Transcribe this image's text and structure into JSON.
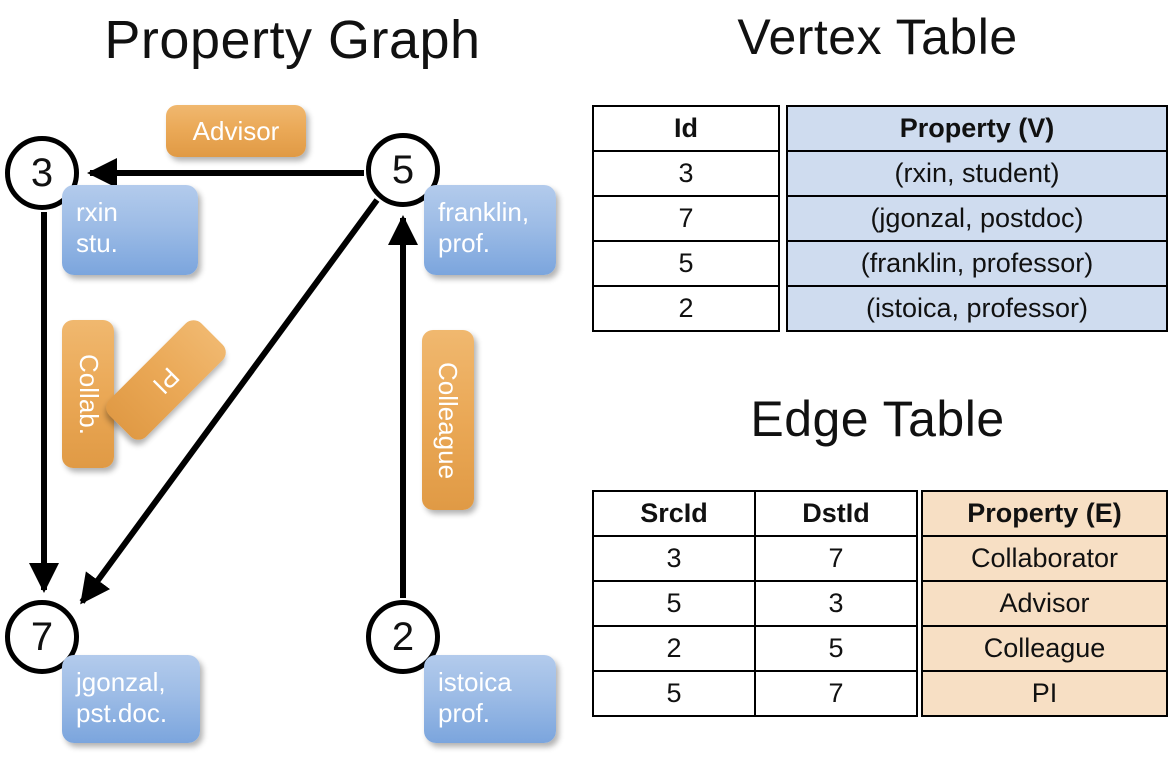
{
  "titles": {
    "property_graph": "Property Graph",
    "vertex_table": "Vertex Table",
    "edge_table": "Edge Table"
  },
  "graph": {
    "nodes": [
      {
        "id": "3",
        "property": "rxin\nstu."
      },
      {
        "id": "5",
        "property": "franklin,\nprof."
      },
      {
        "id": "7",
        "property": "jgonzal,\npst.doc."
      },
      {
        "id": "2",
        "property": "istoica\nprof."
      }
    ],
    "node_labels": {
      "n3": "3",
      "n5": "5",
      "n7": "7",
      "n2": "2"
    },
    "property_boxes": {
      "rxin_line1": "rxin",
      "rxin_line2": "stu.",
      "franklin_line1": "franklin,",
      "franklin_line2": "prof.",
      "jgonzal_line1": "jgonzal,",
      "jgonzal_line2": "pst.doc.",
      "istoica_line1": "istoica",
      "istoica_line2": "prof."
    },
    "edge_labels": {
      "advisor": "Advisor",
      "collab": "Collab.",
      "pi": "PI",
      "colleague": "Colleague"
    },
    "edges": [
      {
        "from": "5",
        "to": "3",
        "label": "Advisor"
      },
      {
        "from": "3",
        "to": "7",
        "label": "Collab."
      },
      {
        "from": "5",
        "to": "7",
        "label": "PI"
      },
      {
        "from": "2",
        "to": "5",
        "label": "Colleague"
      }
    ]
  },
  "vertex_table": {
    "columns": [
      "Id",
      "Property (V)"
    ],
    "rows": [
      {
        "id": "3",
        "property": "(rxin, student)"
      },
      {
        "id": "7",
        "property": "(jgonzal, postdoc)"
      },
      {
        "id": "5",
        "property": "(franklin, professor)"
      },
      {
        "id": "2",
        "property": "(istoica, professor)"
      }
    ]
  },
  "edge_table": {
    "columns": [
      "SrcId",
      "DstId",
      "Property (E)"
    ],
    "rows": [
      {
        "src": "3",
        "dst": "7",
        "property": "Collaborator"
      },
      {
        "src": "5",
        "dst": "3",
        "property": "Advisor"
      },
      {
        "src": "2",
        "dst": "5",
        "property": "Colleague"
      },
      {
        "src": "5",
        "dst": "7",
        "property": "PI"
      }
    ]
  },
  "colors": {
    "vertex_property_fill": "#cfdcef",
    "edge_property_fill": "#f7dfc4",
    "node_box_blue": "#9dbce6",
    "edge_label_orange": "#eaa856",
    "stroke": "#000000",
    "background": "#ffffff"
  }
}
